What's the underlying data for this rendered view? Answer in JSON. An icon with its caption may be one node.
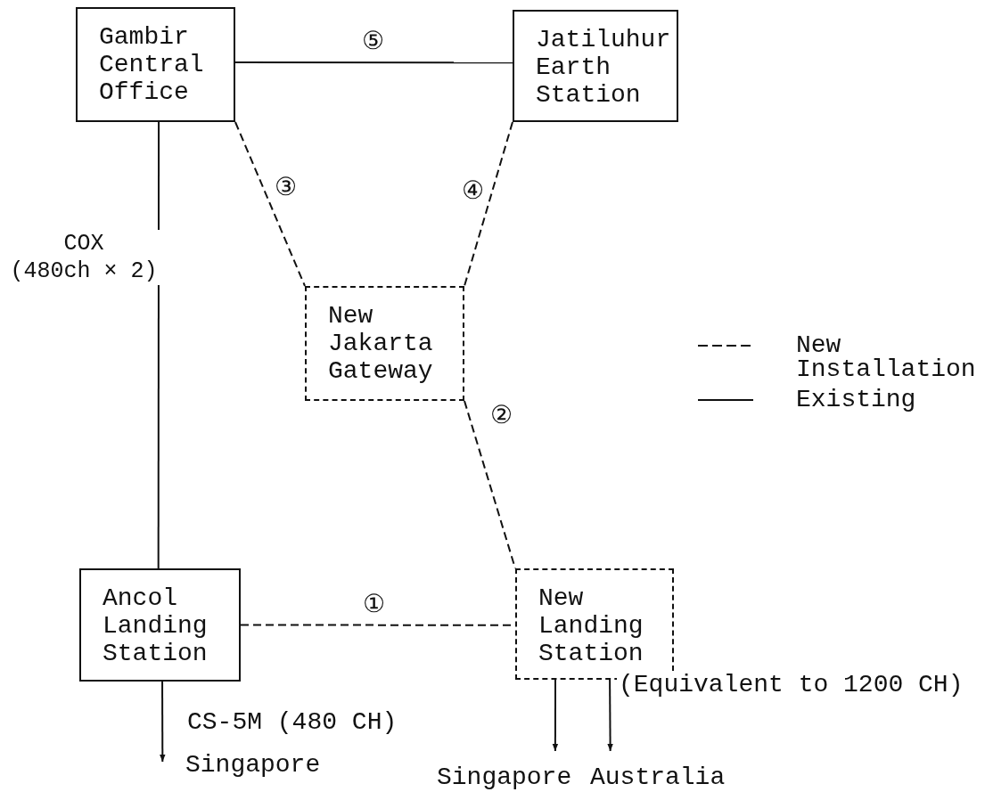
{
  "diagram": {
    "nodes": [
      {
        "text": [
          "Gambir Central Office"
        ]
      },
      {
        "text": [
          "Jatiluhur Earth Station"
        ]
      },
      {
        "text": [
          "New Jakarta Gateway"
        ]
      },
      {
        "text": [
          "Ancol Landing Station"
        ]
      },
      {
        "text": [
          "New Landing Station"
        ]
      },
      {
        "text": [
          "Singapore"
        ]
      },
      {
        "text": [
          "Singapore"
        ]
      },
      {
        "text": [
          "Australia"
        ]
      }
    ],
    "edges": [
      {
        "from": 0,
        "to": 1,
        "arrow": "none",
        "label": "⑤"
      },
      {
        "from": 0,
        "to": 2,
        "arrow": "none",
        "label": "③",
        "style": "dashed"
      },
      {
        "from": 1,
        "to": 2,
        "arrow": "none",
        "label": "④",
        "style": "dashed"
      },
      {
        "from": 0,
        "to": 3,
        "arrow": "none",
        "label": "COX (480ch × 2)"
      },
      {
        "from": 2,
        "to": 4,
        "arrow": "none",
        "label": "②",
        "style": "dashed"
      },
      {
        "from": 3,
        "to": 4,
        "arrow": "none",
        "label": "①",
        "style": "dashed"
      },
      {
        "from": 3,
        "to": 5,
        "arrow": "to",
        "label": "CS-5M (480 CH)"
      },
      {
        "from": 4,
        "to": 6,
        "arrow": "to"
      },
      {
        "from": 4,
        "to": 7,
        "arrow": "to",
        "label": "(Equivalent to 1200 CH)"
      }
    ],
    "legend": [
      {
        "text": "New Installation"
      },
      {
        "text": "Existing"
      }
    ]
  }
}
